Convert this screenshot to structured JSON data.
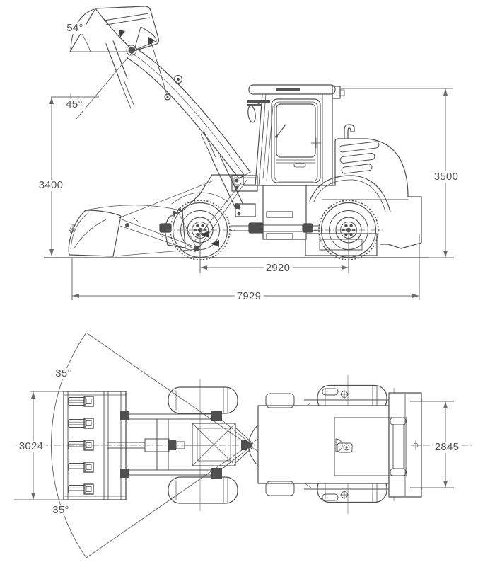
{
  "figure": {
    "type": "wheel-loader-dimension-drawing",
    "colors": {
      "background": "#ffffff",
      "line": "#4f4f4f",
      "dimension": "#595959"
    }
  },
  "side_view": {
    "dump_angle": "54°",
    "rollback_angle": "45°",
    "bucket_angle": "45°",
    "dump_clearance": "3400",
    "overall_height": "3500",
    "wheelbase": "2920",
    "overall_length": "7929"
  },
  "top_view": {
    "steer_angle_upper": "35°",
    "steer_angle_lower": "35°",
    "bucket_width": "3024",
    "overall_width": "2845"
  }
}
